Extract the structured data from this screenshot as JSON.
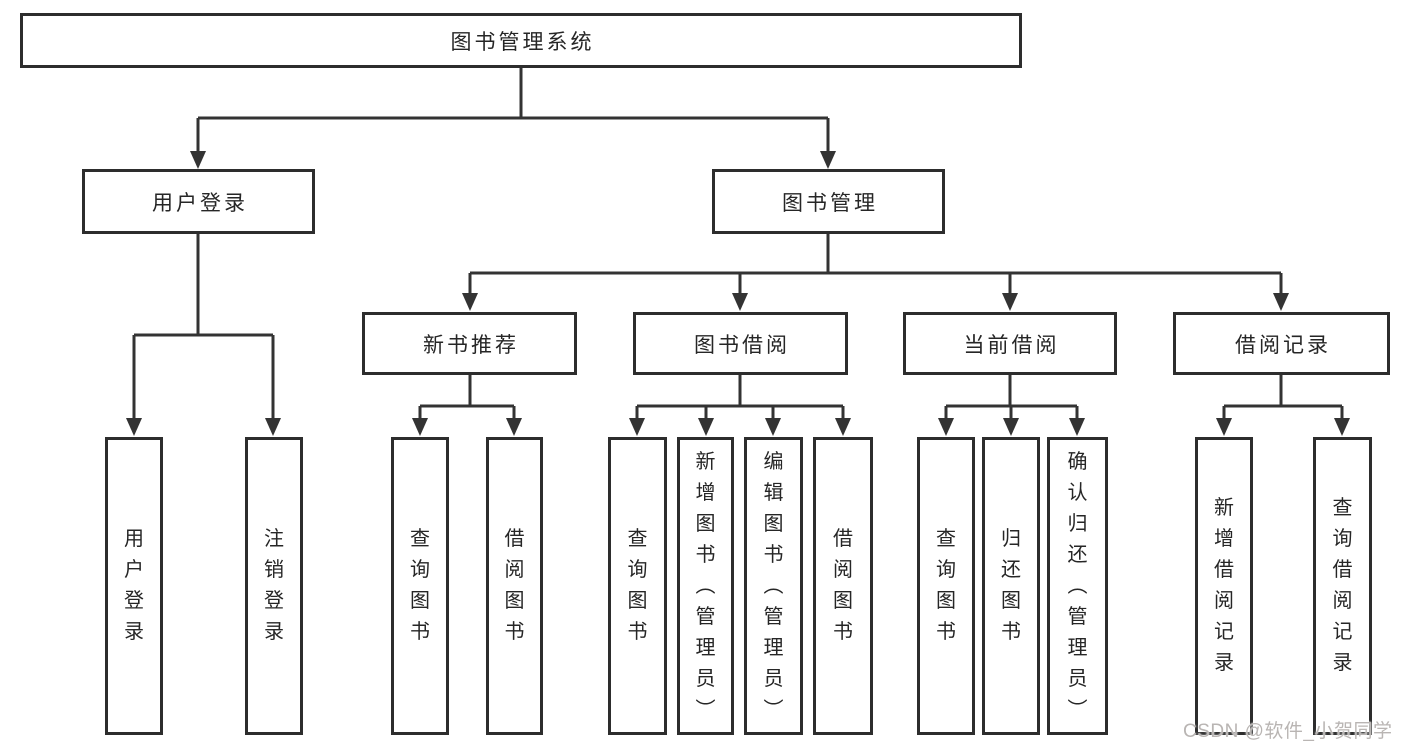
{
  "tree": {
    "root": "图书管理系统",
    "branches": [
      {
        "label": "用户登录",
        "children": [
          "用户登录",
          "注销登录"
        ]
      },
      {
        "label": "图书管理",
        "children": [
          {
            "label": "新书推荐",
            "children": [
              "查询图书",
              "借阅图书"
            ]
          },
          {
            "label": "图书借阅",
            "children": [
              "查询图书",
              "新增图书（管理员）",
              "编辑图书（管理员）",
              "借阅图书"
            ]
          },
          {
            "label": "当前借阅",
            "children": [
              "查询图书",
              "归还图书",
              "确认归还（管理员）"
            ]
          },
          {
            "label": "借阅记录",
            "children": [
              "新增借阅记录",
              "查询借阅记录"
            ]
          }
        ]
      }
    ]
  },
  "watermark": {
    "text": "CSDN @软件_小贺同学",
    "color": "#b9b5b3"
  },
  "colors": {
    "line": "#333333",
    "box_border": "#2d2d2d",
    "text": "#262626",
    "background": "#ffffff"
  }
}
